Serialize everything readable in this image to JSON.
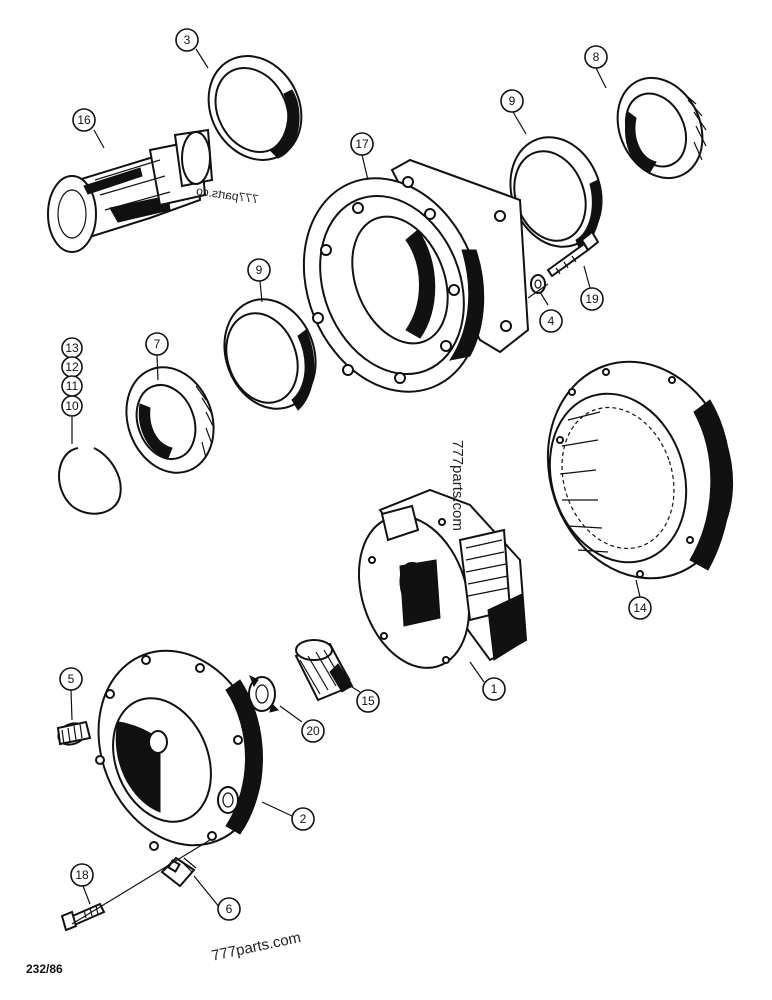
{
  "drawing_number": "232/86",
  "watermarks": [
    "777parts.com",
    "777parts.com",
    "777parts.co"
  ],
  "callouts": {
    "c1": "1",
    "c2": "2",
    "c3": "3",
    "c4": "4",
    "c5": "5",
    "c6": "6",
    "c7": "7",
    "c8": "8",
    "c9a": "9",
    "c9b": "9",
    "c10": "10",
    "c11": "11",
    "c12": "12",
    "c13": "13",
    "c14": "14",
    "c15": "15",
    "c16": "16",
    "c17": "17",
    "c18": "18",
    "c19": "19",
    "c20": "20"
  }
}
